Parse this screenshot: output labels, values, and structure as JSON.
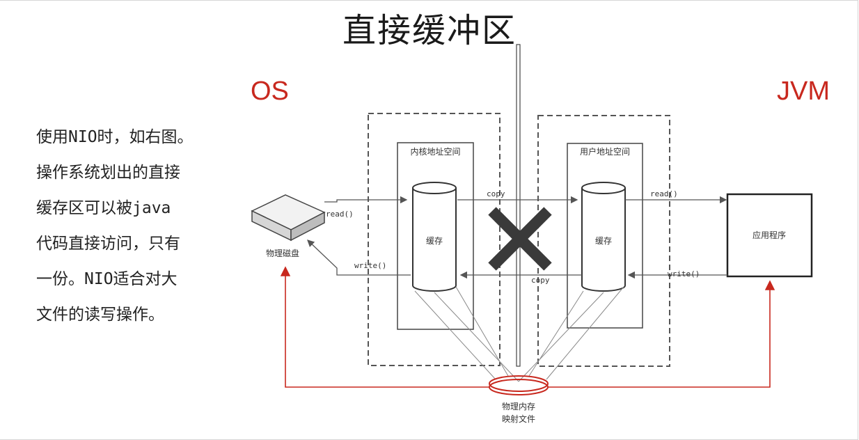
{
  "slide": {
    "title": "直接缓冲区",
    "os_label": "OS",
    "jvm_label": "JVM",
    "description_lines": [
      "使用NIO时，如右图。",
      "操作系统划出的直接",
      "缓存区可以被java",
      "代码直接访问，只有",
      "一份。NIO适合对大",
      "文件的读写操作。"
    ]
  },
  "diagram": {
    "kernel_space_label": "内核地址空间",
    "user_space_label": "用户地址空间",
    "kernel_cache_label": "缓存",
    "user_cache_label": "缓存",
    "disk_label": "物理磁盘",
    "app_label": "应用程序",
    "mapped_file_line1": "物理内存",
    "mapped_file_line2": "映射文件",
    "arrows": {
      "disk_read": "read()",
      "disk_write": "write()",
      "copy_top": "copy",
      "copy_bottom": "copy",
      "app_read": "read()",
      "app_write": "write()"
    },
    "colors": {
      "accent_red": "#c8281e",
      "cross": "#3a3a3a",
      "line": "#555555"
    }
  }
}
